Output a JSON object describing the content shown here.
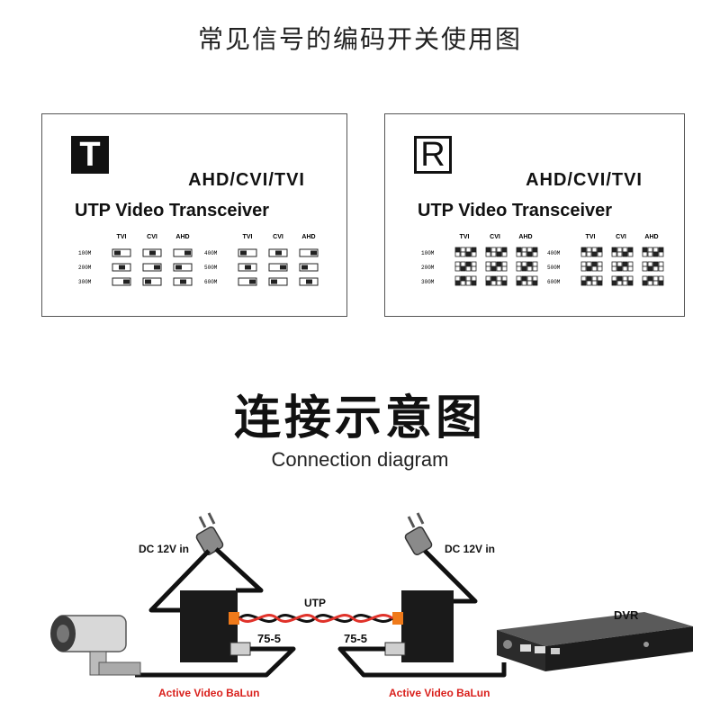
{
  "header": {
    "title": "常见信号的编码开关使用图"
  },
  "cards": [
    {
      "id": "t",
      "badge": "T",
      "formats": "AHD/CVI/TVI",
      "product": "UTP Video Transceiver",
      "columns": [
        "TVI",
        "CVI",
        "AHD",
        "TVI",
        "CVI",
        "AHD"
      ],
      "distances_left": [
        "100M",
        "200M",
        "300M"
      ],
      "distances_right": [
        "400M",
        "500M",
        "600M"
      ]
    },
    {
      "id": "r",
      "badge": "R",
      "formats": "AHD/CVI/TVI",
      "product": "UTP Video Transceiver",
      "columns": [
        "TVI",
        "CVI",
        "AHD",
        "TVI",
        "CVI",
        "AHD"
      ],
      "distances_left": [
        "100M",
        "200M",
        "300M"
      ],
      "distances_right": [
        "400M",
        "500M",
        "600M"
      ]
    }
  ],
  "section": {
    "title": "连接示意图",
    "subtitle": "Connection diagram"
  },
  "diagram": {
    "power_left": "DC 12V in",
    "power_right": "DC 12V in",
    "cable": "UTP",
    "coax_left": "75-5",
    "coax_right": "75-5",
    "balun_left": "Active Video BaLun",
    "balun_right": "Active Video BaLun",
    "recorder": "DVR",
    "colors": {
      "balun_label": "#d9201c",
      "wire": "#111111",
      "twist_red": "#e0322a",
      "connector": "#f07a1a"
    }
  }
}
